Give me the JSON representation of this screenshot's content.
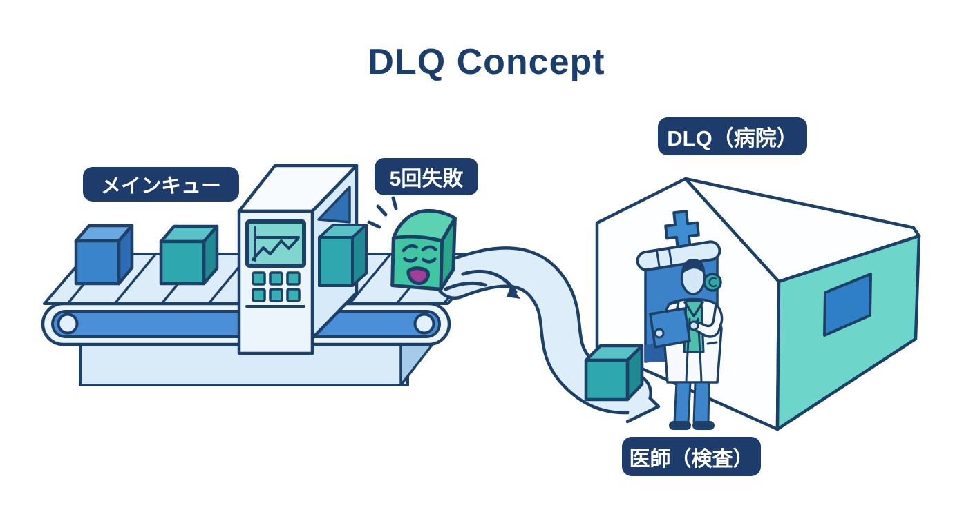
{
  "title": "DLQ Concept",
  "labels": {
    "main_queue": "メインキュー",
    "fail_count": "5回失敗",
    "dlq_hospital": "DLQ（病院）",
    "doctor_inspection": "医師（検査）"
  },
  "colors": {
    "outline_navy": "#1d4068",
    "title_text": "#1c3e6d",
    "label_background": "#1e3c6b",
    "label_text": "#ffffff",
    "belt_blue": "#4a8fd8",
    "conveyor_light_blue": "#dcedf9",
    "machine_panel": "#edf5fc",
    "screen_teal": "#7fd6cf",
    "keypad_teal": "#35b1b1",
    "queue_cube_blue": "#3a84cb",
    "queue_cube_teal": "#2fa7ae",
    "failed_cube_green": "#41c6a4",
    "failed_cube_mouth": "#a23e98",
    "hospital_wall_teal": "#6ed5cb",
    "hospital_window_blue": "#2f7fc6",
    "hospital_door_blue": "#3b82c8",
    "medical_cross_blue": "#3e8ed2",
    "chute_light_blue": "#ddeefa",
    "background": "#ffffff"
  }
}
